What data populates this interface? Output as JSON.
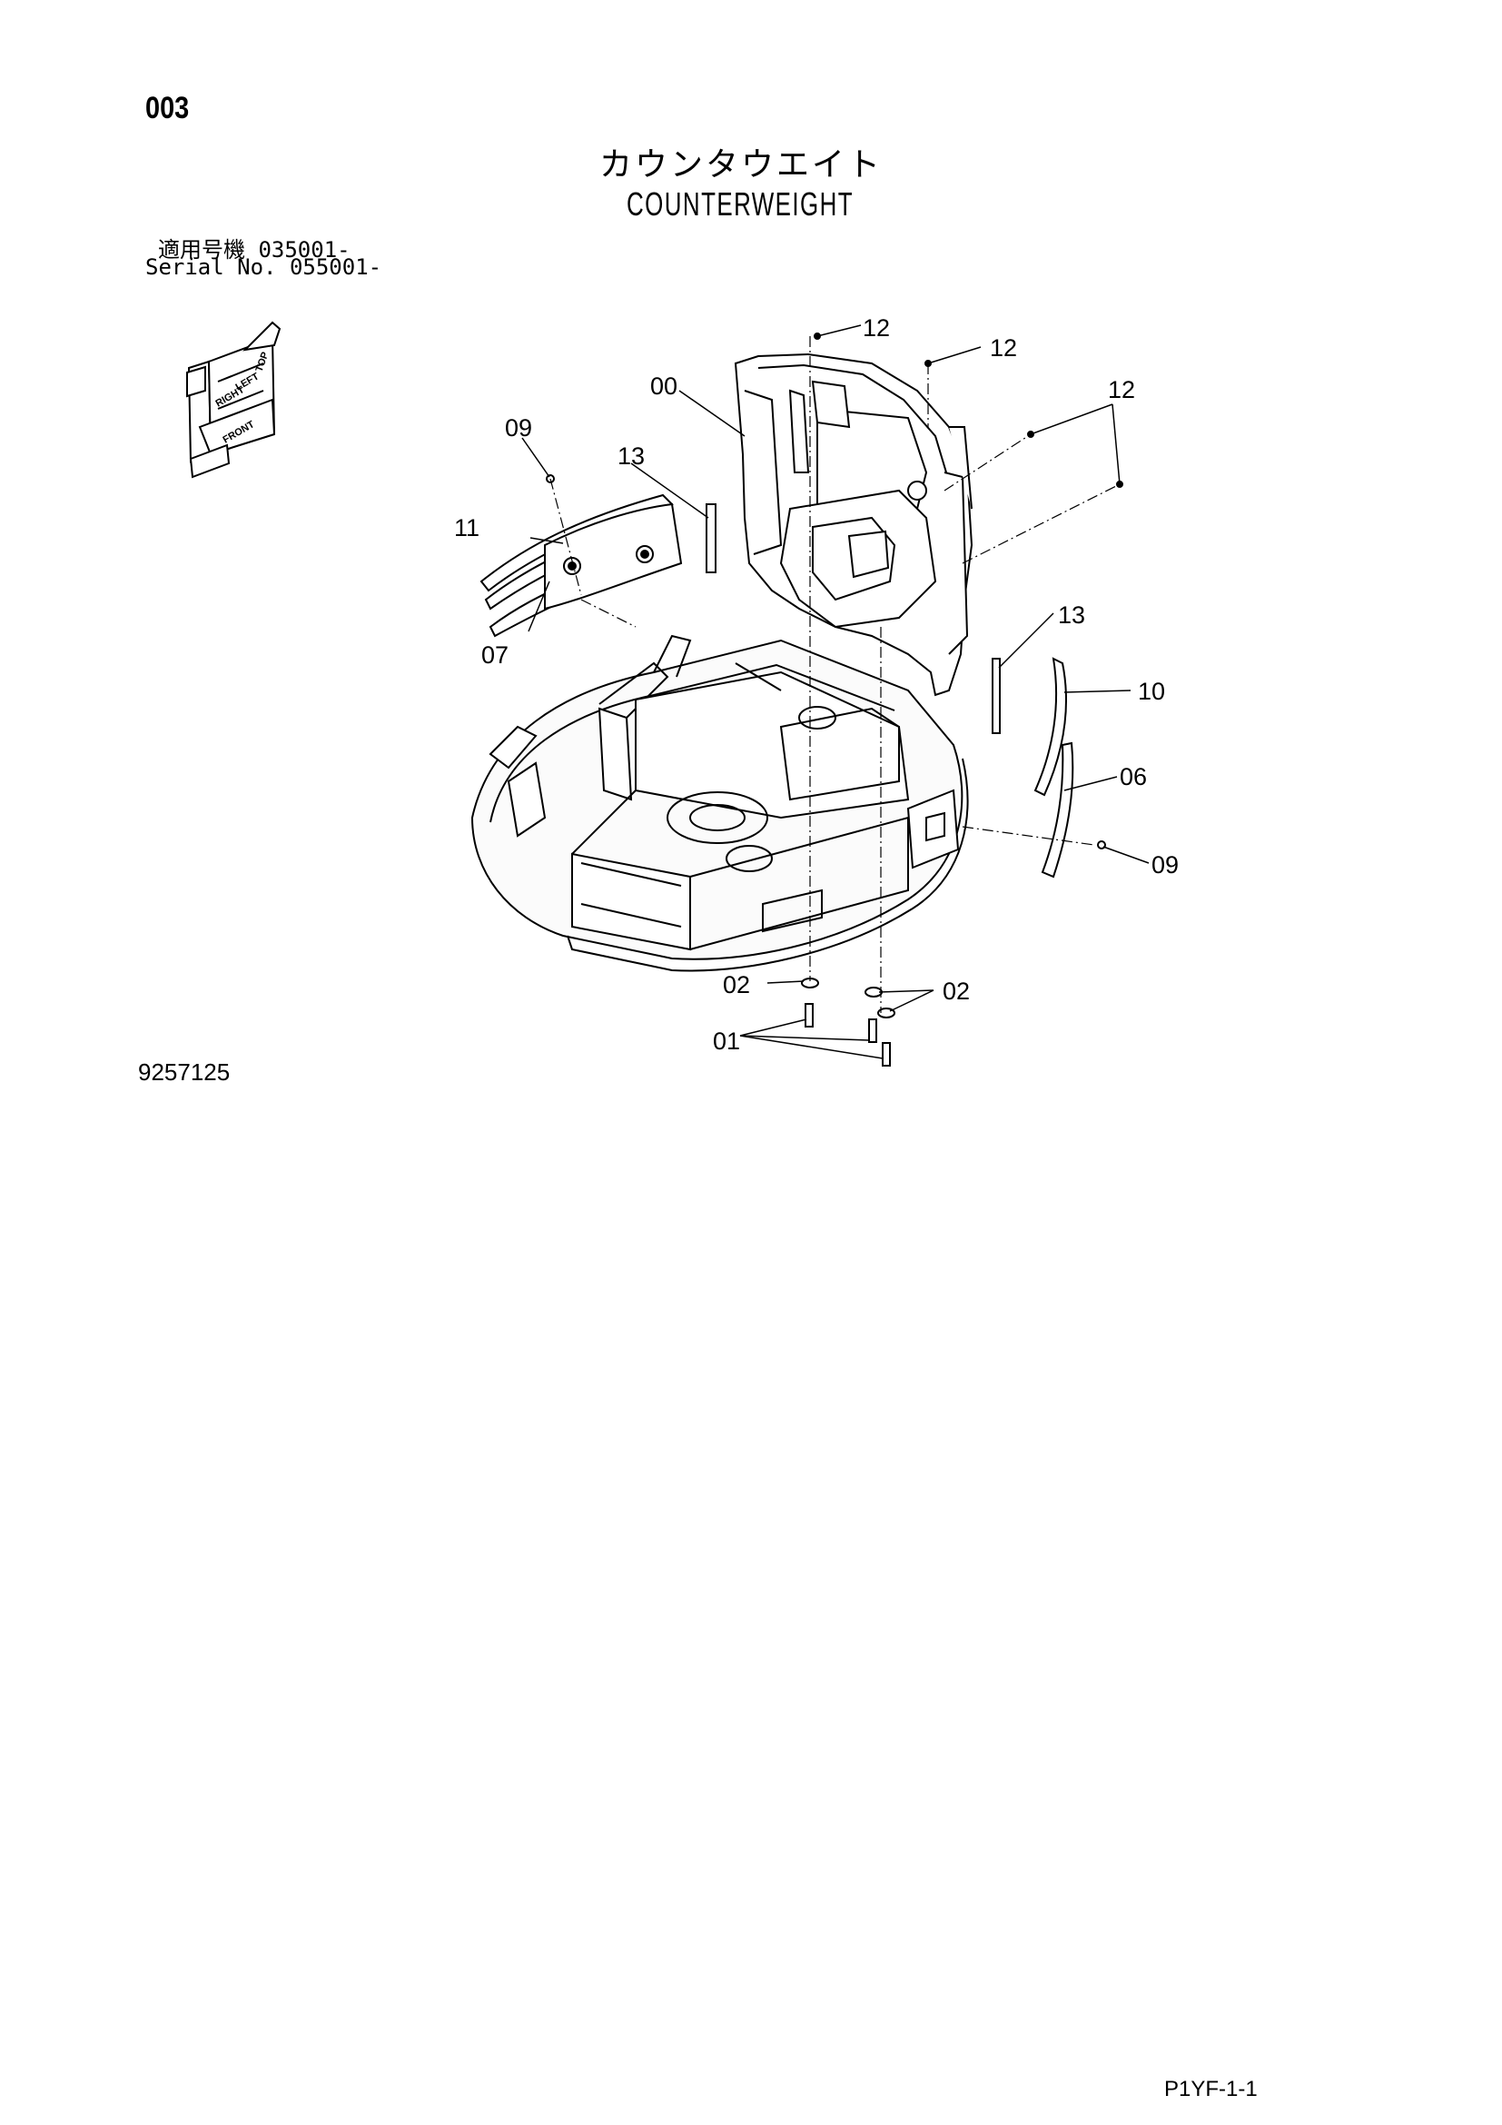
{
  "header": {
    "page_number": "003",
    "title_jp": "カウンタウエイト",
    "title_en": "COUNTERWEIGHT",
    "serial_jp": "適用号機  035001-",
    "serial_en": "Serial No. 055001-"
  },
  "orientation_icon": {
    "labels": [
      "TOP",
      "LEFT",
      "RIGHT",
      "FRONT"
    ]
  },
  "callouts": {
    "c00": "00",
    "c01": "01",
    "c02a": "02",
    "c02b": "02",
    "c06": "06",
    "c07": "07",
    "c09a": "09",
    "c09b": "09",
    "c10": "10",
    "c11": "11",
    "c12a": "12",
    "c12b": "12",
    "c12c": "12",
    "c13a": "13",
    "c13b": "13"
  },
  "footer": {
    "drawing_number": "9257125",
    "page_ref": "P1YF-1-1"
  }
}
